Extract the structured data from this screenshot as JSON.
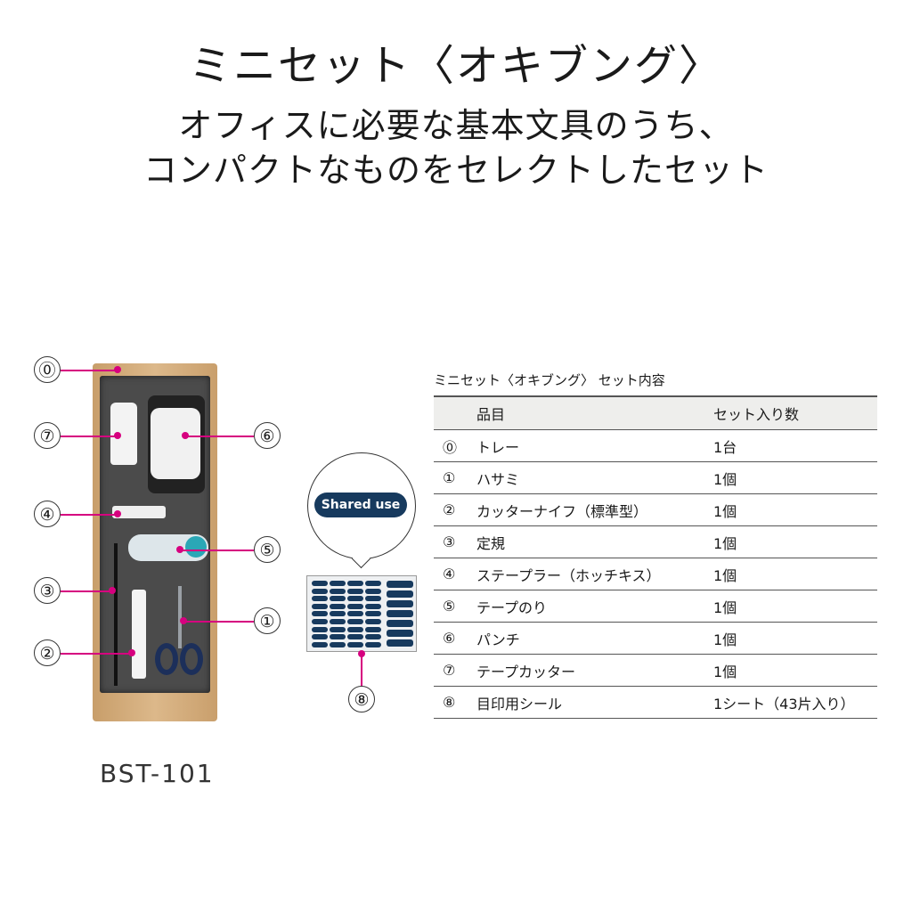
{
  "header": {
    "title": "ミニセット〈オキブング〉",
    "subtitle_line1": "オフィスに必要な基本文具のうち、",
    "subtitle_line2": "コンパクトなものをセレクトしたセット"
  },
  "figure": {
    "callouts": [
      "⓪",
      "⑦",
      "⑥",
      "④",
      "⑤",
      "③",
      "①",
      "②",
      "⑧"
    ],
    "bubble_label": "Shared use",
    "model": "BST-101",
    "accent_color": "#d6007f",
    "sticker_color": "#173a5e"
  },
  "table": {
    "title": "ミニセット〈オキブング〉 セット内容",
    "headers": [
      "",
      "品目",
      "セット入り数"
    ],
    "rows": [
      {
        "no": "⓪",
        "name": "トレー",
        "qty": "1台"
      },
      {
        "no": "①",
        "name": "ハサミ",
        "qty": "1個"
      },
      {
        "no": "②",
        "name": "カッターナイフ（標準型）",
        "qty": "1個"
      },
      {
        "no": "③",
        "name": "定規",
        "qty": "1個"
      },
      {
        "no": "④",
        "name": "ステープラー（ホッチキス）",
        "qty": "1個"
      },
      {
        "no": "⑤",
        "name": "テープのり",
        "qty": "1個"
      },
      {
        "no": "⑥",
        "name": "パンチ",
        "qty": "1個"
      },
      {
        "no": "⑦",
        "name": "テープカッター",
        "qty": "1個"
      },
      {
        "no": "⑧",
        "name": "目印用シール",
        "qty": "1シート（43片入り）"
      }
    ]
  }
}
